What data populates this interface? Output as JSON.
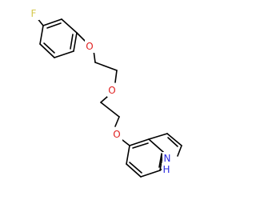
{
  "molecule": {
    "atoms": {
      "F": {
        "text": "F",
        "color": "#d4c84c"
      },
      "O1": {
        "text": "O",
        "color": "#e02020"
      },
      "O2": {
        "text": "O",
        "color": "#e02020"
      },
      "O3": {
        "text": "O",
        "color": "#e02020"
      },
      "N": {
        "text": "N",
        "color": "#2828e0"
      },
      "H": {
        "text": "H",
        "color": "#2828e0"
      }
    },
    "bond_color": "#000000"
  }
}
